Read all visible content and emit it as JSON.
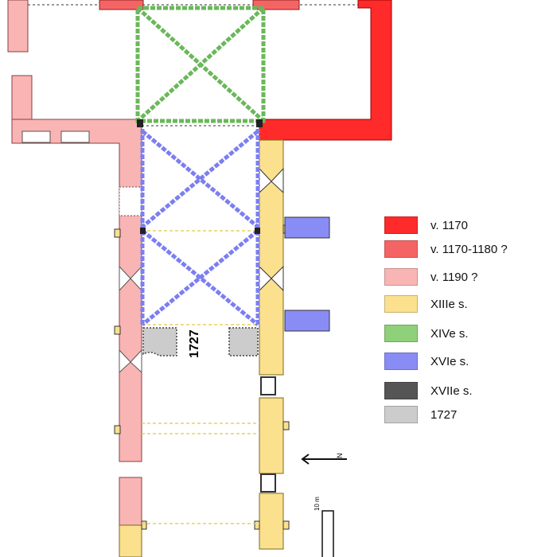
{
  "colors": {
    "c1170": "#ff2a2a",
    "c1170_1180": "#f56464",
    "c1190": "#f9b4b4",
    "xiii": "#fbe08e",
    "xiv": "#8fd07a",
    "xvi": "#8a8cf5",
    "xvii": "#555555",
    "c1727": "#cccccc"
  },
  "legend": [
    {
      "label": "v. 1170",
      "color": "#ff2a2a"
    },
    {
      "label": "v. 1170-1180 ?",
      "color": "#f56464"
    },
    {
      "label": "v. 1190 ?",
      "color": "#f9b4b4"
    },
    {
      "label": "XIIIe s.",
      "color": "#fbe08e"
    },
    {
      "label": "XIVe s.",
      "color": "#8fd07a"
    },
    {
      "label": "XVIe s.",
      "color": "#8a8cf5"
    },
    {
      "label": "XVIIe s.",
      "color": "#555555"
    },
    {
      "label": "1727",
      "color": "#cccccc"
    }
  ],
  "annotation_1727": "1727",
  "north_label": "N",
  "scale_label": "10 m"
}
